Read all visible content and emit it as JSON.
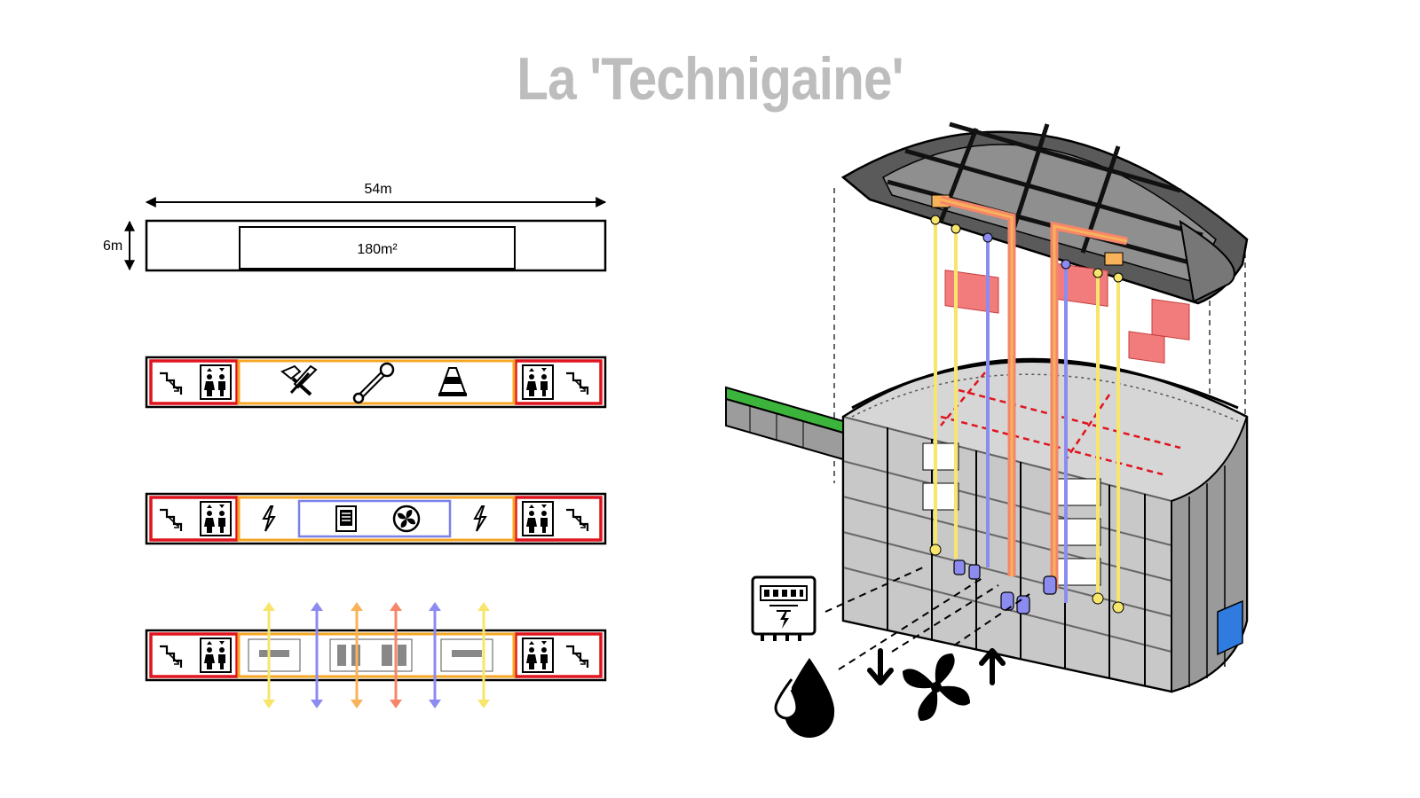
{
  "title": "La 'Technigaine'",
  "dimensions": {
    "length_label": "54m",
    "width_label": "6m",
    "area_label": "180m²"
  },
  "zones": {
    "circulation_color": "#e0141e",
    "service_color": "#f5a623",
    "technical_color": "#7b7fe8"
  },
  "strips": [
    {
      "name": "strip-dimensions",
      "icons": []
    },
    {
      "name": "strip-maintenance",
      "icons": [
        "hammer-icon",
        "wrench-icon",
        "traffic-cone-icon"
      ]
    },
    {
      "name": "strip-technical",
      "icons": [
        "lightning-icon",
        "electrical-panel-icon",
        "fan-icon",
        "lightning-icon"
      ]
    },
    {
      "name": "strip-networks",
      "icons": [
        "network-arrow-icons"
      ]
    }
  ],
  "legend_icons": [
    "electric-meter-icon",
    "water-drop-icon",
    "fan-icon",
    "arrow-down-icon",
    "arrow-up-icon"
  ],
  "network_colors": {
    "electricity": "#f7e66b",
    "water": "#8c8cf0",
    "heating": "#f5866a",
    "air": "#f7b25a",
    "green_corridor": "#3cb43c",
    "blue_facade": "#2f7be0"
  }
}
